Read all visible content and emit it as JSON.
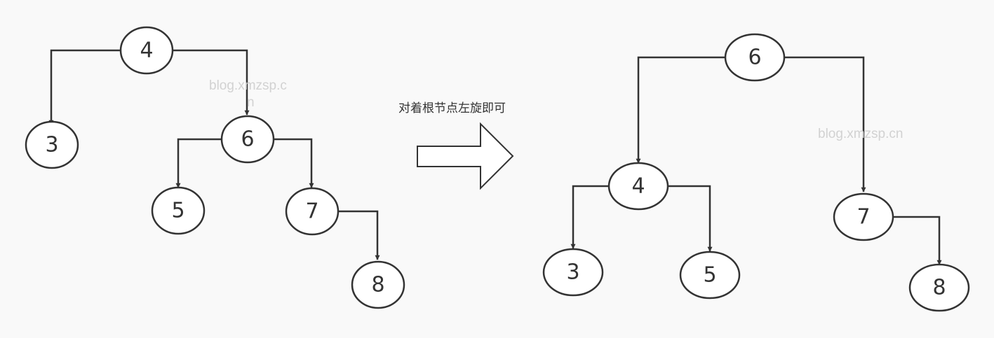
{
  "caption": "对着根节点左旋即可",
  "watermarks": [
    "blog.xmzsp.c",
    "n",
    "blog.xmzsp.cn"
  ],
  "before_tree": {
    "nodes": [
      {
        "id": "b4",
        "label": "4"
      },
      {
        "id": "b3",
        "label": "3"
      },
      {
        "id": "b6",
        "label": "6"
      },
      {
        "id": "b5",
        "label": "5"
      },
      {
        "id": "b7",
        "label": "7"
      },
      {
        "id": "b8",
        "label": "8"
      }
    ],
    "edges": [
      [
        "b4",
        "b3"
      ],
      [
        "b4",
        "b6"
      ],
      [
        "b6",
        "b5"
      ],
      [
        "b6",
        "b7"
      ],
      [
        "b7",
        "b8"
      ]
    ]
  },
  "after_tree": {
    "nodes": [
      {
        "id": "a6",
        "label": "6"
      },
      {
        "id": "a4",
        "label": "4"
      },
      {
        "id": "a7",
        "label": "7"
      },
      {
        "id": "a3",
        "label": "3"
      },
      {
        "id": "a5",
        "label": "5"
      },
      {
        "id": "a8",
        "label": "8"
      }
    ],
    "edges": [
      [
        "a6",
        "a4"
      ],
      [
        "a6",
        "a7"
      ],
      [
        "a4",
        "a3"
      ],
      [
        "a4",
        "a5"
      ],
      [
        "a7",
        "a8"
      ]
    ]
  }
}
